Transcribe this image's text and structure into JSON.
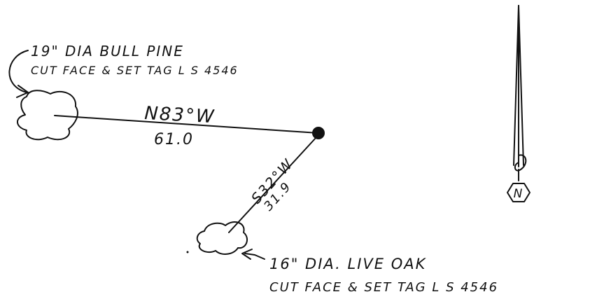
{
  "tree1": {
    "label_line1": "19\" DIA  BULL  PINE",
    "label_line2": "CUT  FACE  &  SET  TAG  L S  4546"
  },
  "tree2": {
    "label_line1": "16\"  DIA.  LIVE  OAK",
    "label_line2": "CUT  FACE  &  SET  TAG L S  4546"
  },
  "bearing1": {
    "direction": "N83°W",
    "distance": "61.0"
  },
  "bearing2": {
    "direction": "S32°W",
    "distance": "31.9"
  },
  "north_arrow": {
    "letter": "N"
  },
  "colors": {
    "ink": "#111111",
    "paper": "#ffffff"
  }
}
